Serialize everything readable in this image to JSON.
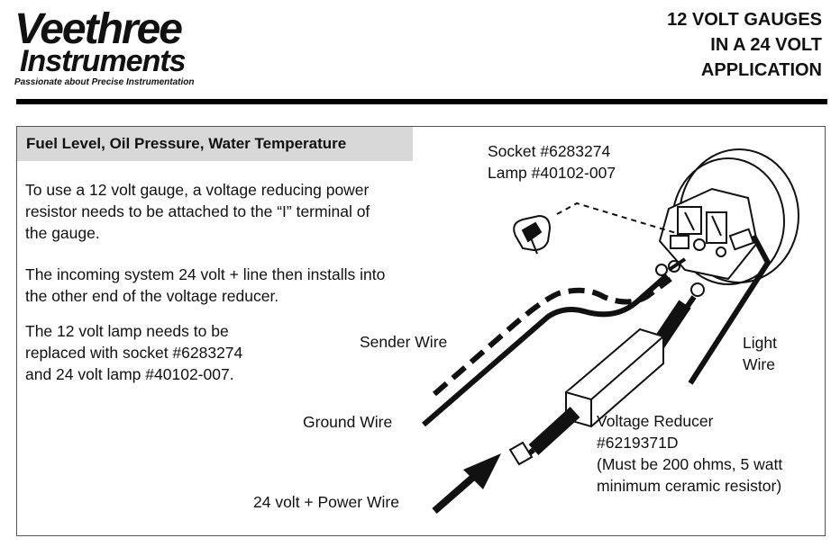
{
  "header": {
    "logo_name": "Veethree",
    "logo_name_line2": "Instruments",
    "logo_tagline": "Passionate about Precise Instrumentation",
    "title_lines": [
      "12 VOLT GAUGES",
      "IN A 24 VOLT",
      "APPLICATION"
    ]
  },
  "section": {
    "heading": "Fuel Level, Oil Pressure, Water Temperature",
    "paragraph1": [
      "To use a 12 volt gauge, a voltage reducing power",
      "resistor needs to be attached to the “I” terminal of",
      "the gauge."
    ],
    "paragraph2": [
      "The incoming system 24 volt + line then installs into",
      "the other end of the voltage reducer."
    ],
    "paragraph3": [
      "The 12 volt lamp needs to be",
      "replaced with socket  #6283274",
      "and 24 volt lamp #40102-007."
    ]
  },
  "diagram": {
    "socket_label": "Socket #6283274",
    "lamp_label": "Lamp #40102-007",
    "sender_wire": "Sender Wire",
    "ground_wire": "Ground Wire",
    "light_wire_line1": "Light",
    "light_wire_line2": "Wire",
    "reducer_line1": "Voltage Reducer",
    "reducer_line2": "#6219371D",
    "reducer_line3": "(Must be 200 ohms, 5 watt",
    "reducer_line4": "minimum ceramic resistor)",
    "power_wire": "24 volt + Power Wire"
  }
}
